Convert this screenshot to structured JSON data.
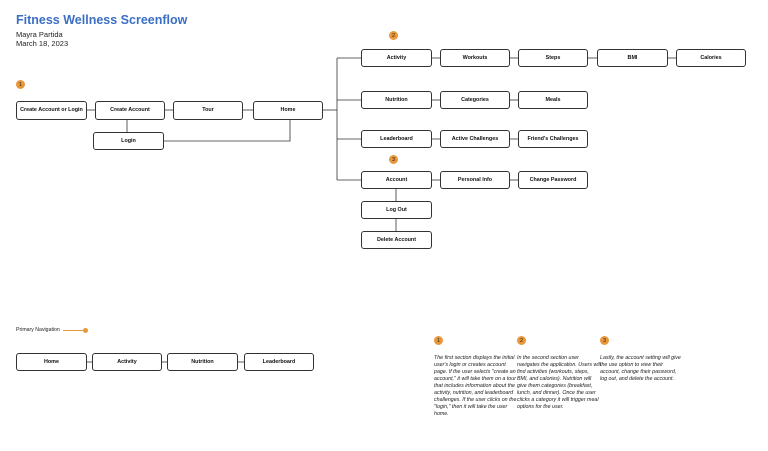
{
  "header": {
    "title": "Fitness Wellness Screenflow",
    "author": "Mayra Partida",
    "date": "March 18, 2023"
  },
  "badges": [
    "1",
    "2",
    "3"
  ],
  "nodes": {
    "create_account_or_login": "Create Account or Login",
    "create_account": "Create Account",
    "tour": "Tour",
    "home": "Home",
    "login": "Login",
    "activity": "Activity",
    "workouts": "Workouts",
    "steps": "Steps",
    "bmi": "BMI",
    "calories": "Calories",
    "nutrition": "Nutrition",
    "categories": "Categories",
    "meals": "Meals",
    "leaderboard": "Leaderboard",
    "active_challenges": "Active Challenges",
    "friends_challenges": "Friend's Challenges",
    "account": "Account",
    "personal_info": "Personal Info",
    "change_password": "Change Password",
    "log_out": "Log Out",
    "delete_account": "Delete Account"
  },
  "legend": {
    "label": "Primary Navigation"
  },
  "primary_nav": [
    "Home",
    "Activity",
    "Nutrition",
    "Leaderboard"
  ],
  "notes": [
    {
      "badge": "1",
      "text": "The first section displays the initial user's login or creates account page. If the user selects \"create an account,\" it will take them on a tour that includes information about the activity, nutrition, and leaderboard challenges. If the user clicks on the \"login,\" then it will take the user home."
    },
    {
      "badge": "2",
      "text": "In the second section user navigates the application. Users will find activities (workouts, steps, BMI, and calories). Nutrition will give them categories (breakfast, lunch, and dinner). Once the user clicks a category it will trigger meal options for the user."
    },
    {
      "badge": "3",
      "text": "Lastly, the account setting will give the use option to view their account, change their password, log out, and delete the account."
    }
  ],
  "colors": {
    "title": "#3b6fc4",
    "accent": "#e8973a",
    "border": "#333333"
  }
}
